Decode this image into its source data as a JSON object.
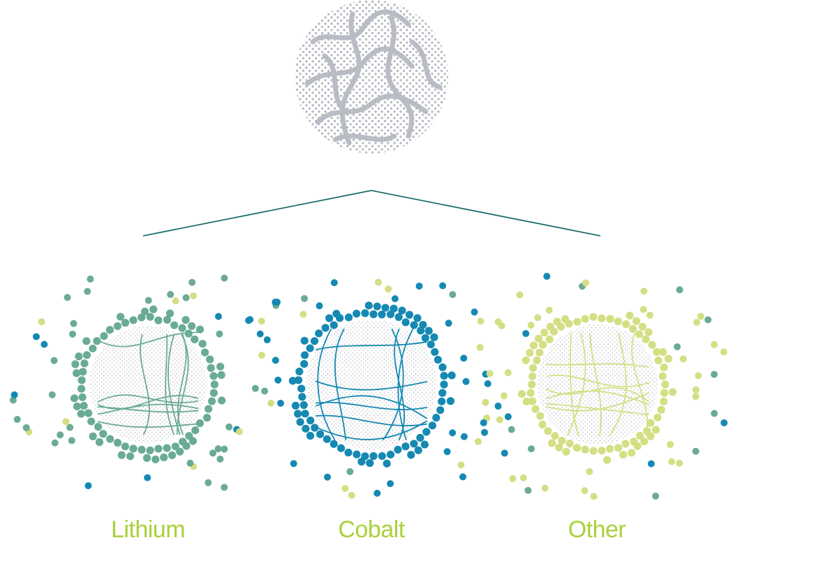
{
  "colors": {
    "source": "#b9bcc4",
    "connector": "#1f6e6e",
    "lithium": "#6aab96",
    "cobalt": "#1589b2",
    "other": "#d4df84",
    "core_dots": "#c3c5ca",
    "label": "#a9d13a"
  },
  "source": {
    "name": "source-material-sphere"
  },
  "clusters": [
    {
      "key": "lithium",
      "label": "Lithium",
      "color_key": "lithium"
    },
    {
      "key": "cobalt",
      "label": "Cobalt",
      "color_key": "cobalt"
    },
    {
      "key": "other",
      "label": "Other",
      "color_key": "other"
    }
  ]
}
